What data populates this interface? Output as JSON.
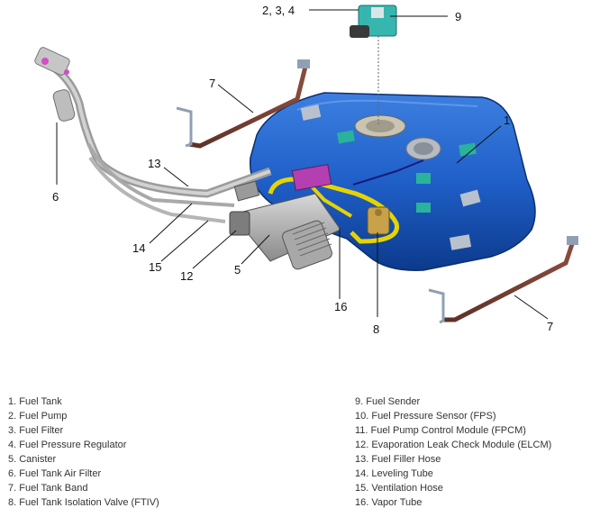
{
  "callouts": {
    "c1": "1",
    "c234": "2, 3, 4",
    "c6": "6",
    "c7a": "7",
    "c7b": "7",
    "c8": "8",
    "c9": "9",
    "c12": "12",
    "c13": "13",
    "c14": "14",
    "c15": "15",
    "c16": "16",
    "c5": "5"
  },
  "legend_left": [
    "1. Fuel Tank",
    "2. Fuel Pump",
    "3. Fuel Filter",
    "4. Fuel Pressure Regulator",
    "5. Canister",
    "6. Fuel Tank Air Filter",
    "7. Fuel Tank Band",
    "8. Fuel Tank Isolation Valve (FTIV)"
  ],
  "legend_right": [
    "9. Fuel Sender",
    "10. Fuel Pressure Sensor (FPS)",
    "11. Fuel Pump Control Module (FPCM)",
    "12. Evaporation Leak Check Module (ELCM)",
    "13. Fuel Filler Hose",
    "14. Leveling Tube",
    "15. Ventilation Hose",
    "16. Vapor Tube"
  ]
}
